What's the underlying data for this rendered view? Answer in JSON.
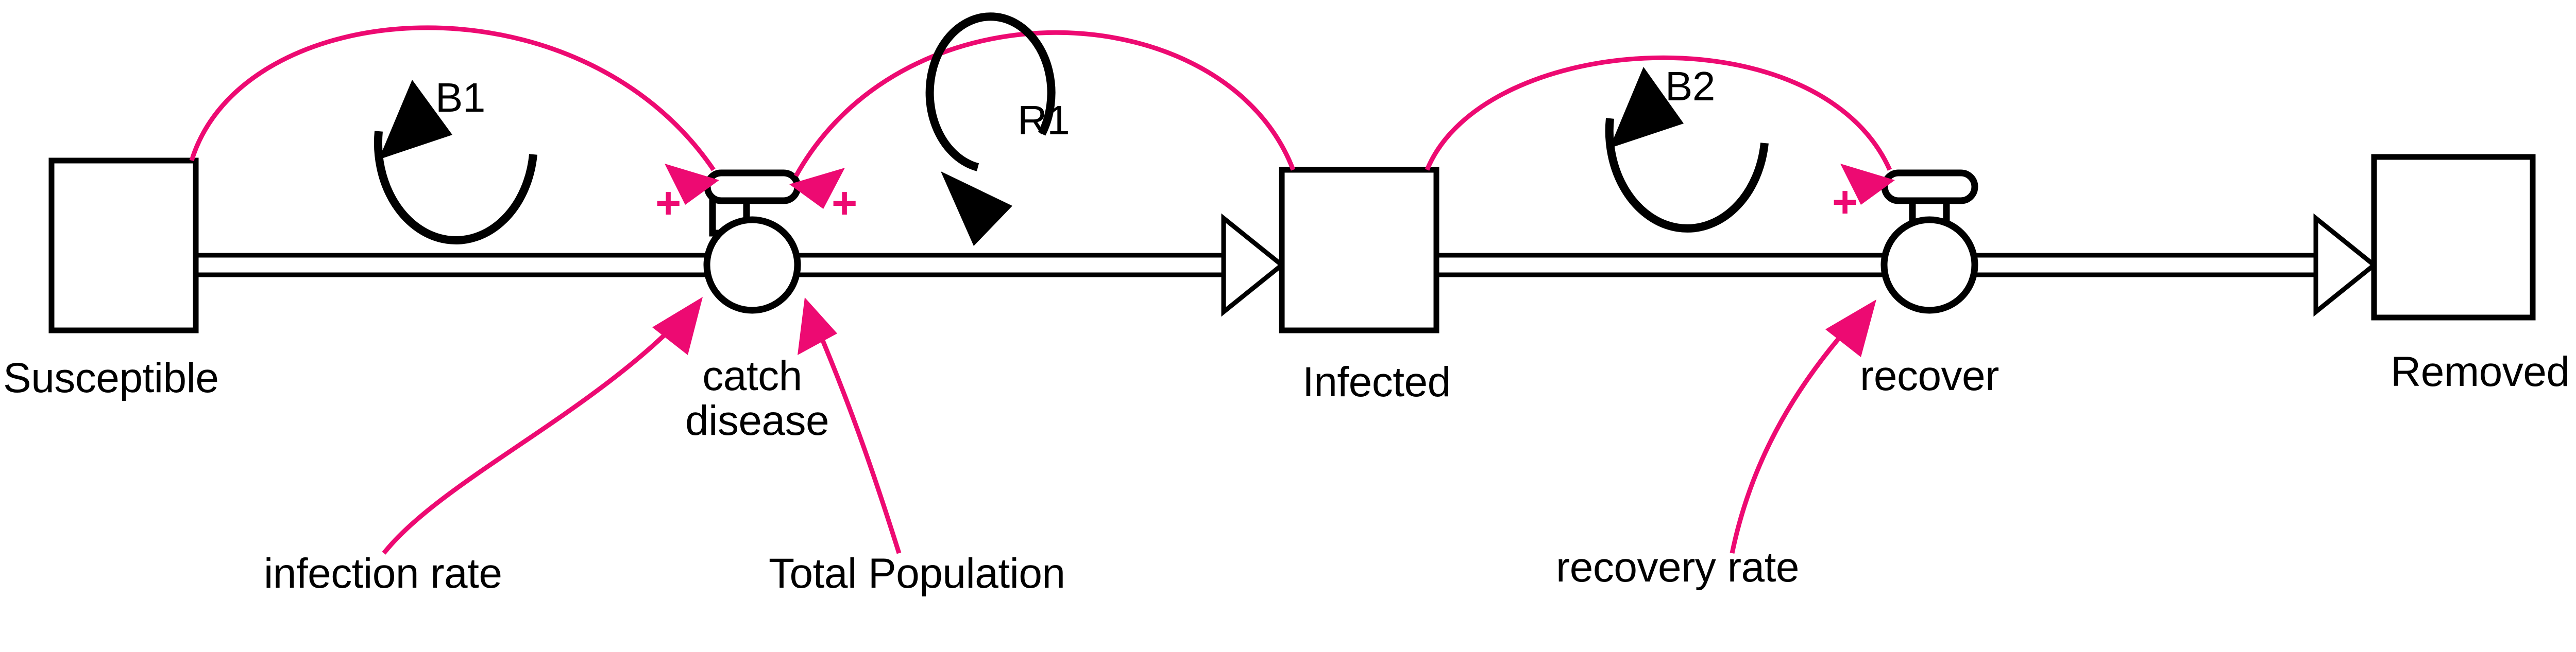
{
  "diagram": {
    "type": "stock-and-flow",
    "title": "SIR epidemic stock and flow diagram",
    "accent_color": "#ED0A72",
    "line_color": "#000000",
    "background_color": "#FFFFFF"
  },
  "stocks": [
    {
      "id": "susceptible",
      "label": "Susceptible"
    },
    {
      "id": "infected",
      "label": "Infected"
    },
    {
      "id": "removed",
      "label": "Removed"
    }
  ],
  "flows": [
    {
      "id": "catch_disease",
      "label_line1": "catch",
      "label_line2": "disease",
      "from": "susceptible",
      "to": "infected"
    },
    {
      "id": "recover",
      "label_line1": "recover",
      "label_line2": "",
      "from": "infected",
      "to": "removed"
    }
  ],
  "auxiliaries": [
    {
      "id": "infection_rate",
      "label": "infection rate"
    },
    {
      "id": "total_population",
      "label": "Total Population"
    },
    {
      "id": "recovery_rate",
      "label": "recovery rate"
    }
  ],
  "loops": [
    {
      "id": "b1",
      "label": "B1",
      "polarity": "balancing",
      "direction": "clockwise"
    },
    {
      "id": "r1",
      "label": "R1",
      "polarity": "reinforcing",
      "direction": "counterclockwise"
    },
    {
      "id": "b2",
      "label": "B2",
      "polarity": "balancing",
      "direction": "clockwise"
    }
  ],
  "links": [
    {
      "id": "susceptible_to_catch",
      "from": "Susceptible",
      "to": "catch disease",
      "sign": "+"
    },
    {
      "id": "infected_to_catch",
      "from": "Infected",
      "to": "catch disease",
      "sign": "+"
    },
    {
      "id": "infection_rate_to_catch",
      "from": "infection rate",
      "to": "catch disease",
      "sign": ""
    },
    {
      "id": "total_population_to_catch",
      "from": "Total Population",
      "to": "catch disease",
      "sign": ""
    },
    {
      "id": "infected_to_recover",
      "from": "Infected",
      "to": "recover",
      "sign": "+"
    },
    {
      "id": "recovery_rate_to_recover",
      "from": "recovery rate",
      "to": "recover",
      "sign": ""
    }
  ],
  "signs": {
    "catch_left": "+",
    "catch_right": "+",
    "recover_left": "+"
  }
}
